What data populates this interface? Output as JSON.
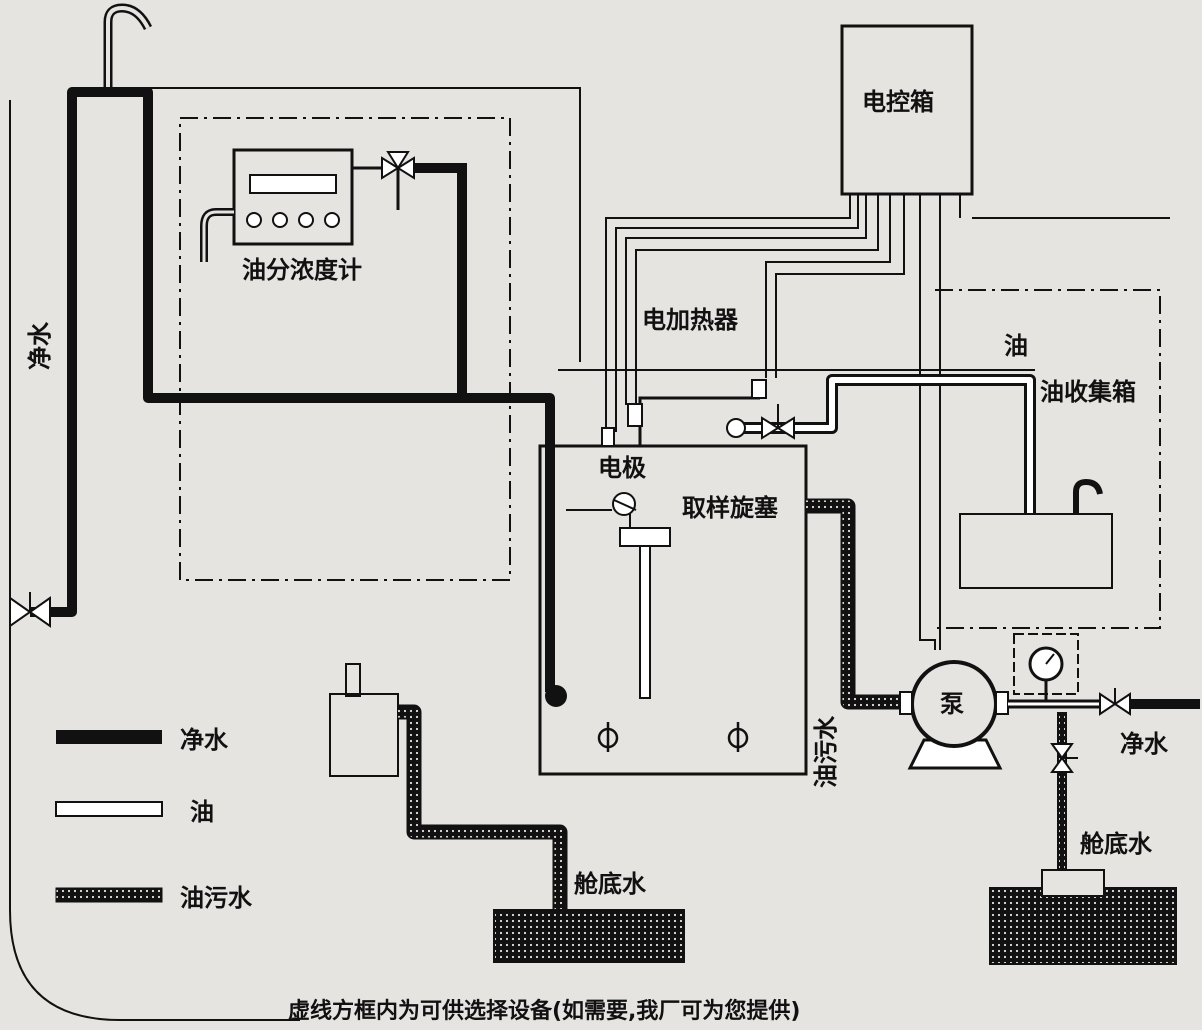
{
  "labels": {
    "clean_water_left": "净水",
    "oil_meter": "油分浓度计",
    "control_box": "电控箱",
    "electric_heater": "电加热器",
    "oil": "油",
    "oil_collector": "油收集箱",
    "electrode": "电极",
    "sampling_cock": "取样旋塞",
    "oily_water_vertical": "油污水",
    "pump": "泵",
    "clean_water_right": "净水",
    "bilge_water_left": "舱底水",
    "bilge_water_right": "舱底水",
    "caption": "虚线方框内为可供选择设备(如需要,我厂可为您提供)"
  },
  "legend": [
    {
      "key": "clean",
      "label": "净水"
    },
    {
      "key": "oil",
      "label": "油"
    },
    {
      "key": "oily",
      "label": "油污水"
    }
  ],
  "colors": {
    "background": "#e6e4e1",
    "ink": "#111111",
    "oil_fill": "#ffffff"
  }
}
